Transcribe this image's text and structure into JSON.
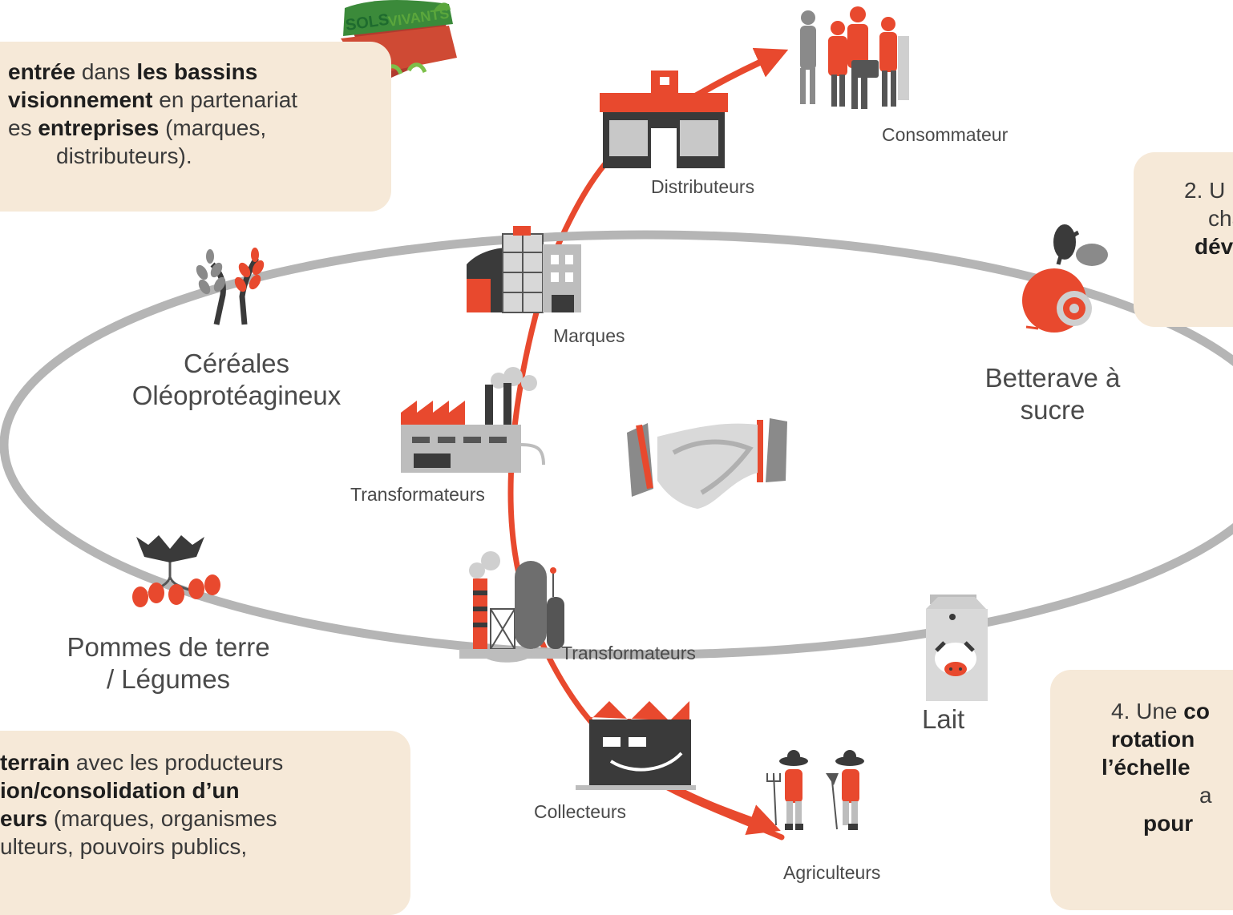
{
  "boxes": {
    "box1": {
      "lines": [
        [
          {
            "t": "entrée",
            "b": true
          },
          {
            "t": " dans ",
            "b": false
          },
          {
            "t": "les bassins",
            "b": true
          }
        ],
        [
          {
            "t": "visionnement",
            "b": true
          },
          {
            "t": " en partenariat",
            "b": false
          }
        ],
        [
          {
            "t": "es ",
            "b": false
          },
          {
            "t": "entreprises",
            "b": true
          },
          {
            "t": " (marques,",
            "b": false
          }
        ],
        [
          {
            "t": "distributeurs).",
            "b": false
          }
        ]
      ]
    },
    "box2": {
      "lines": [
        [
          {
            "t": "2. U",
            "b": false
          }
        ],
        [
          {
            "t": "cha",
            "b": false
          }
        ],
        [
          {
            "t": "déve",
            "b": true
          }
        ]
      ]
    },
    "box3": {
      "lines": [
        [
          {
            "t": "terrain",
            "b": true
          },
          {
            "t": " avec les producteurs",
            "b": false
          }
        ],
        [
          {
            "t": "ion/consolidation d’un",
            "b": true
          }
        ],
        [
          {
            "t": "eurs",
            "b": true
          },
          {
            "t": " (marques, organismes",
            "b": false
          }
        ],
        [
          {
            "t": "ulteurs, pouvoirs publics,",
            "b": false
          }
        ]
      ]
    },
    "box4": {
      "lines": [
        [
          {
            "t": "4. Une ",
            "b": false
          },
          {
            "t": "co",
            "b": true
          }
        ],
        [
          {
            "t": "rotation",
            "b": true
          }
        ],
        [
          {
            "t": "l’échelle",
            "b": true
          }
        ],
        [
          {
            "t": "a",
            "b": false
          }
        ],
        [
          {
            "t": "pour",
            "b": true
          }
        ]
      ]
    }
  },
  "logo": {
    "text": "SOLS VIVANTS"
  },
  "labels": {
    "consommateur": "Consommateur",
    "distributeurs": "Distributeurs",
    "marques": "Marques",
    "transformateurs_1": "Transformateurs",
    "transformateurs_2": "Transformateurs",
    "collecteurs": "Collecteurs",
    "agriculteurs": "Agriculteurs",
    "cereales_1": "Céréales",
    "cereales_2": "Oléoprotéagineux",
    "betterave_1": "Betterave à",
    "betterave_2": "sucre",
    "pommes_1": "Pommes de terre",
    "pommes_2": "/ Légumes",
    "lait": "Lait"
  },
  "colors": {
    "accent": "#e8492e",
    "ring": "#b5b5b5",
    "box_bg": "#f6e9d8",
    "dark": "#333333",
    "grey": "#8a8a8a"
  }
}
